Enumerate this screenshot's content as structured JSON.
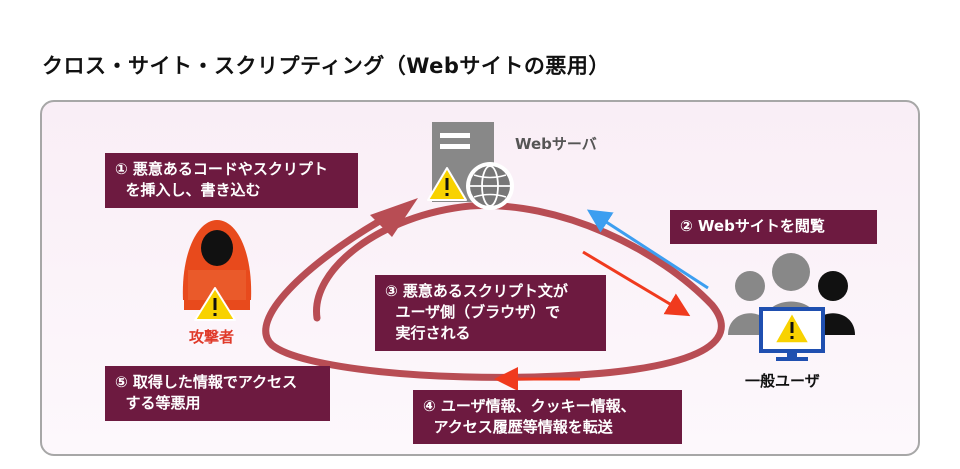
{
  "title": "クロス・サイト・スクリプティング（Webサイトの悪用）",
  "nodes": {
    "server_label": "Webサーバ",
    "attacker_label": "攻撃者",
    "user_label": "一般ユーザ"
  },
  "steps": {
    "step1": "① 悪意あるコードやスクリプト\n  を挿入し、書き込む",
    "step2": "② Webサイトを閲覧",
    "step3": "③ 悪意あるスクリプト文が\n  ユーザ側（ブラウザ）で\n  実行される",
    "step4": "④ ユーザ情報、クッキー情報、\n  アクセス履歴等情報を転送",
    "step5": "⑤ 取得した情報でアクセス\n  する等悪用"
  },
  "colors": {
    "box_bg": "#6d1a40",
    "loop_arrow": "#b84d54",
    "attacker": "#e84a1c",
    "attacker_label": "#e03a2a",
    "arrow_blue": "#3d9ef0",
    "arrow_red": "#f03a1e",
    "server_gray": "#888888",
    "user_gray": "#888888",
    "monitor_blue": "#1f4fb0",
    "warning_yellow": "#f8d200"
  },
  "icons": [
    "server-icon",
    "globe-icon",
    "hacker-icon",
    "users-icon",
    "monitor-icon",
    "warning-icon"
  ]
}
